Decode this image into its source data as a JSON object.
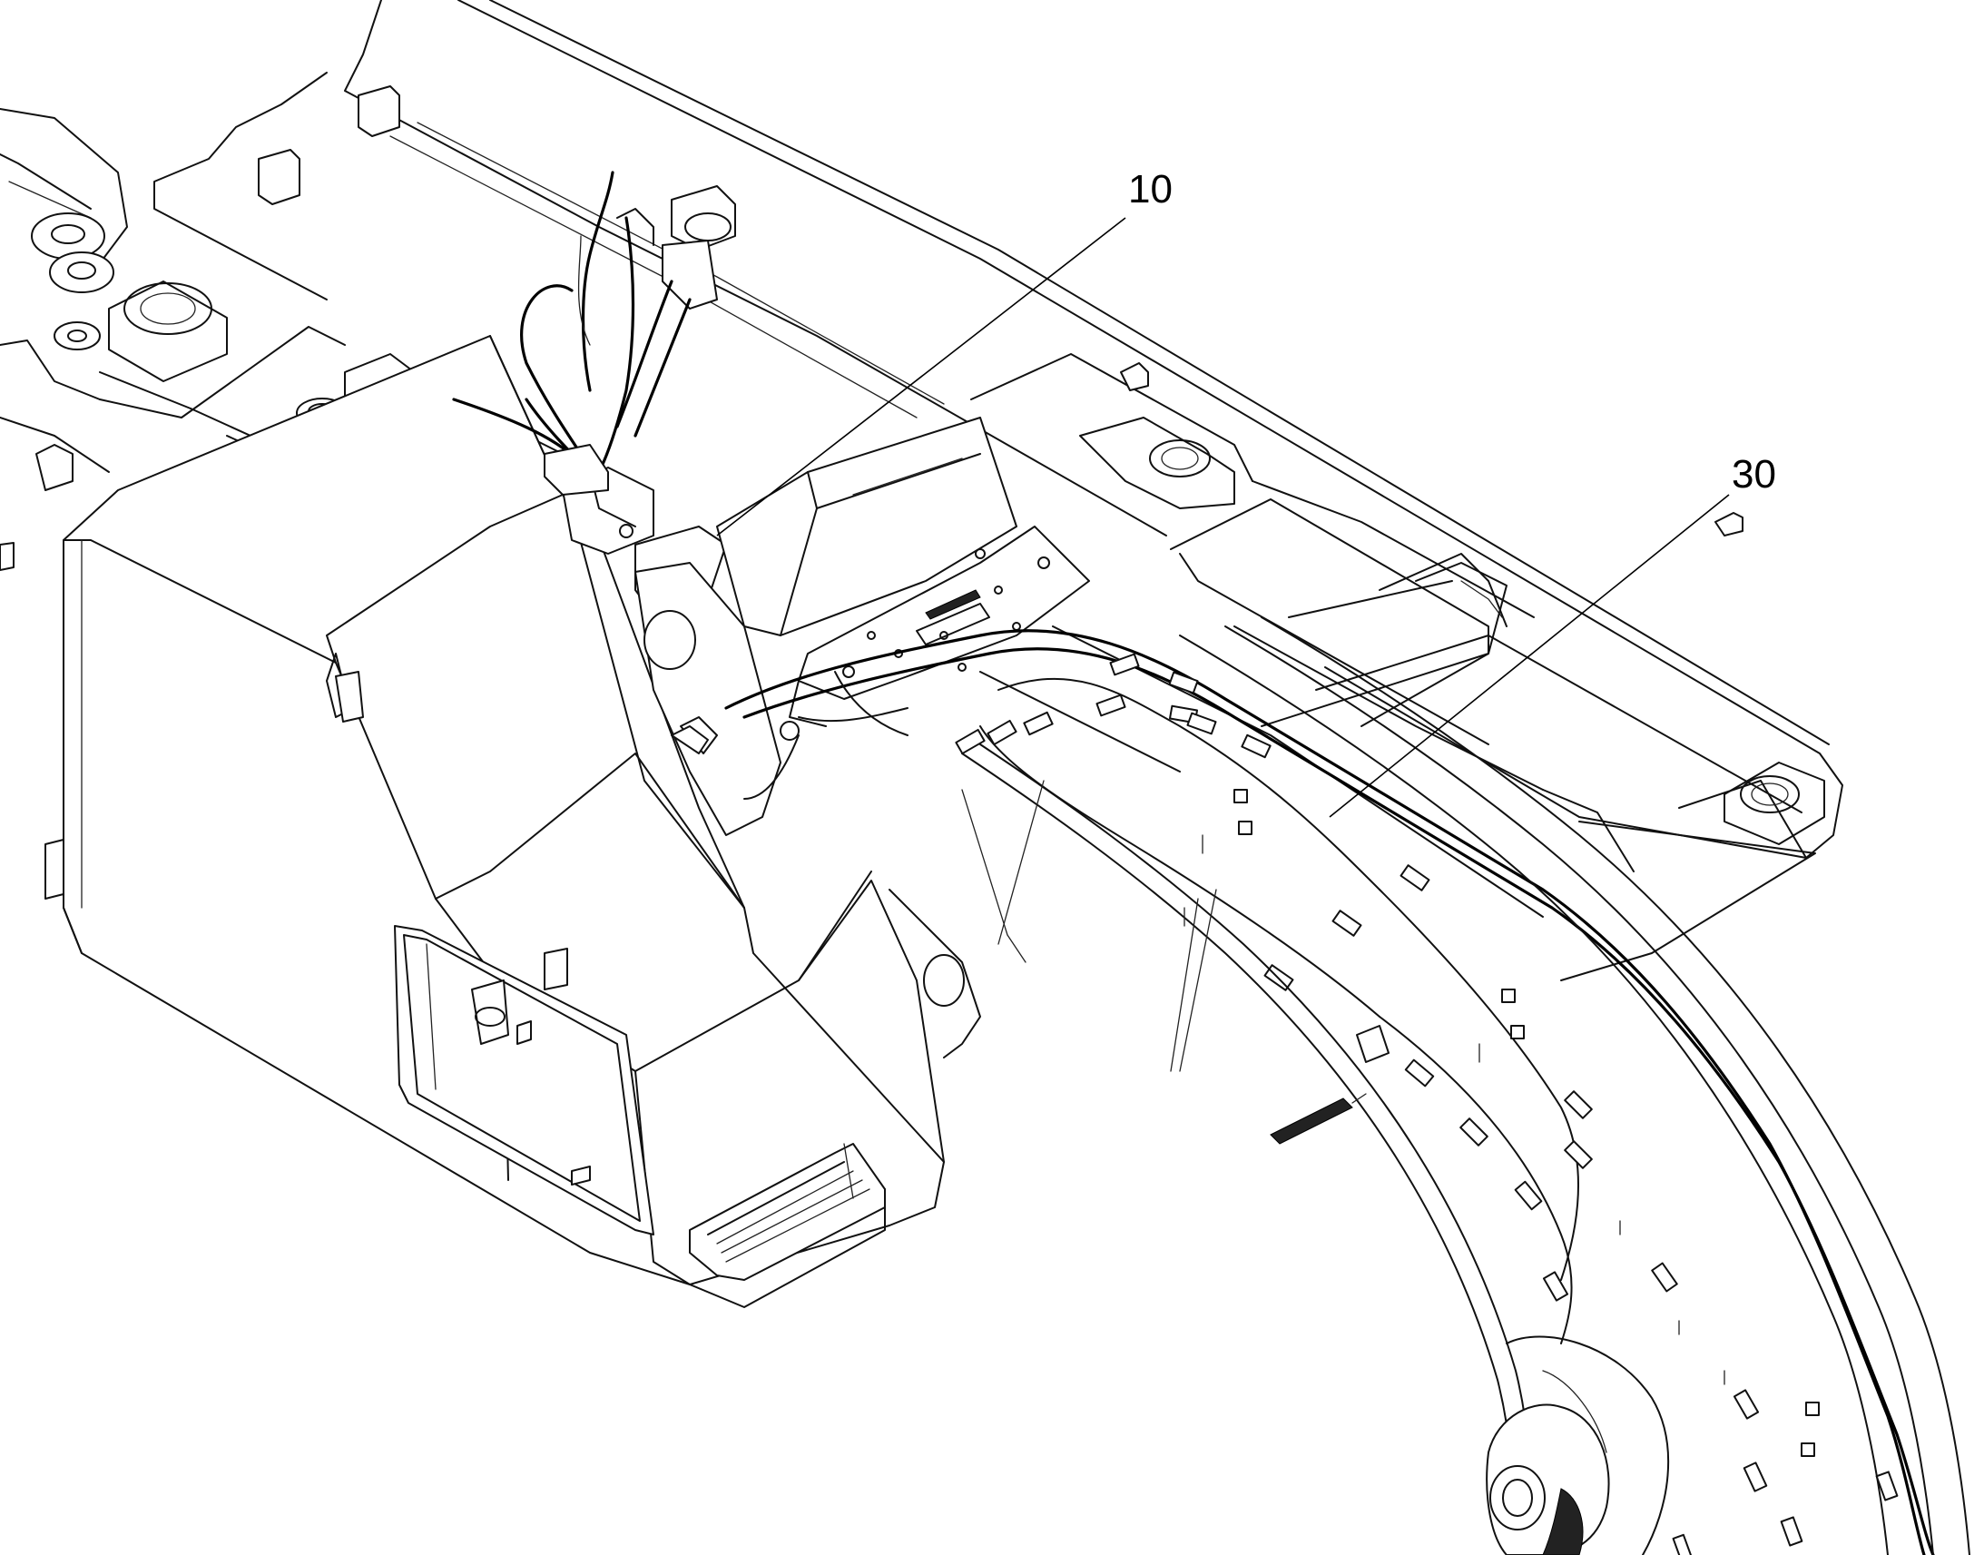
{
  "callouts": [
    {
      "id": "callout-10",
      "label": "10"
    },
    {
      "id": "callout-30",
      "label": "30"
    }
  ]
}
